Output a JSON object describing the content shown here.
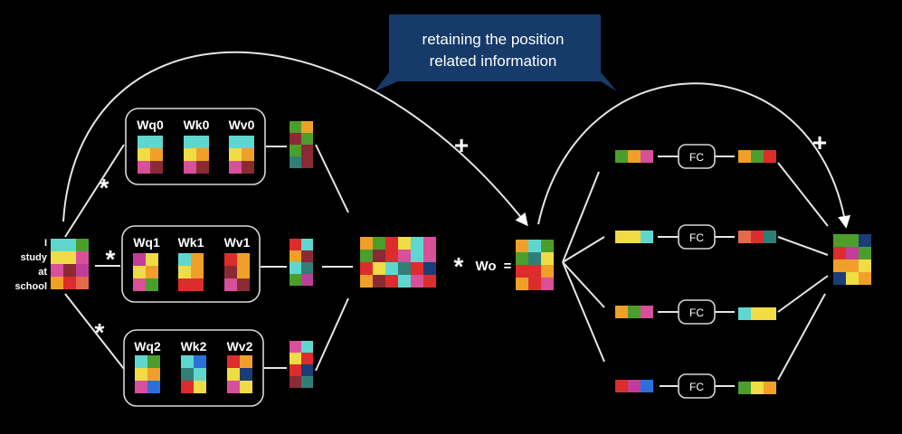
{
  "callout": {
    "line1": "retaining the position",
    "line2": "related information",
    "color": "#163a69"
  },
  "input_words": [
    "I",
    "study",
    "at",
    "school"
  ],
  "weight_labels": [
    [
      "Wq0",
      "Wk0",
      "Wv0"
    ],
    [
      "Wq1",
      "Wk1",
      "Wv1"
    ],
    [
      "Wq2",
      "Wk2",
      "Wv2"
    ]
  ],
  "operators": {
    "multiply": "*",
    "plus": "+",
    "equals": "="
  },
  "output_weight": "Wo",
  "fc_label": "FC",
  "palette": {
    "cyan": "#5ed8cf",
    "yellow": "#f0dc45",
    "green": "#4c9e2c",
    "pink": "#d84f9a",
    "orange": "#f0a028",
    "red": "#dd2c2c",
    "maroon": "#8a2a34",
    "teal": "#2f7f78",
    "blue": "#2d6fd8",
    "navy": "#1c3c78",
    "magenta": "#c23d9a",
    "coral": "#e56a4a"
  }
}
